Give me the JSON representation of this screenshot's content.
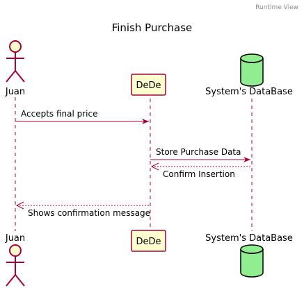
{
  "header": {
    "text": "Runtime View"
  },
  "title": "Finish Purchase",
  "colors": {
    "line": "#A80036",
    "actor_fill": "#FEFECE",
    "participant_fill": "#FEFECE",
    "database_fill": "#90EE90",
    "border": "#A80036"
  },
  "participants": [
    {
      "id": "juan",
      "label": "Juan",
      "kind": "actor",
      "icon": "actor-stick-figure-icon"
    },
    {
      "id": "dede",
      "label": "DeDe",
      "kind": "participant"
    },
    {
      "id": "db",
      "label": "System's DataBase",
      "kind": "database",
      "icon": "database-cylinder-icon"
    }
  ],
  "messages": [
    {
      "from": "juan",
      "to": "dede",
      "label": "Accepts final price",
      "style": "solid"
    },
    {
      "from": "dede",
      "to": "db",
      "label": "Store Purchase Data",
      "style": "solid"
    },
    {
      "from": "db",
      "to": "dede",
      "label": "Confirm Insertion",
      "style": "dashed"
    },
    {
      "from": "dede",
      "to": "juan",
      "label": "Shows confirmation message",
      "style": "dashed"
    }
  ]
}
